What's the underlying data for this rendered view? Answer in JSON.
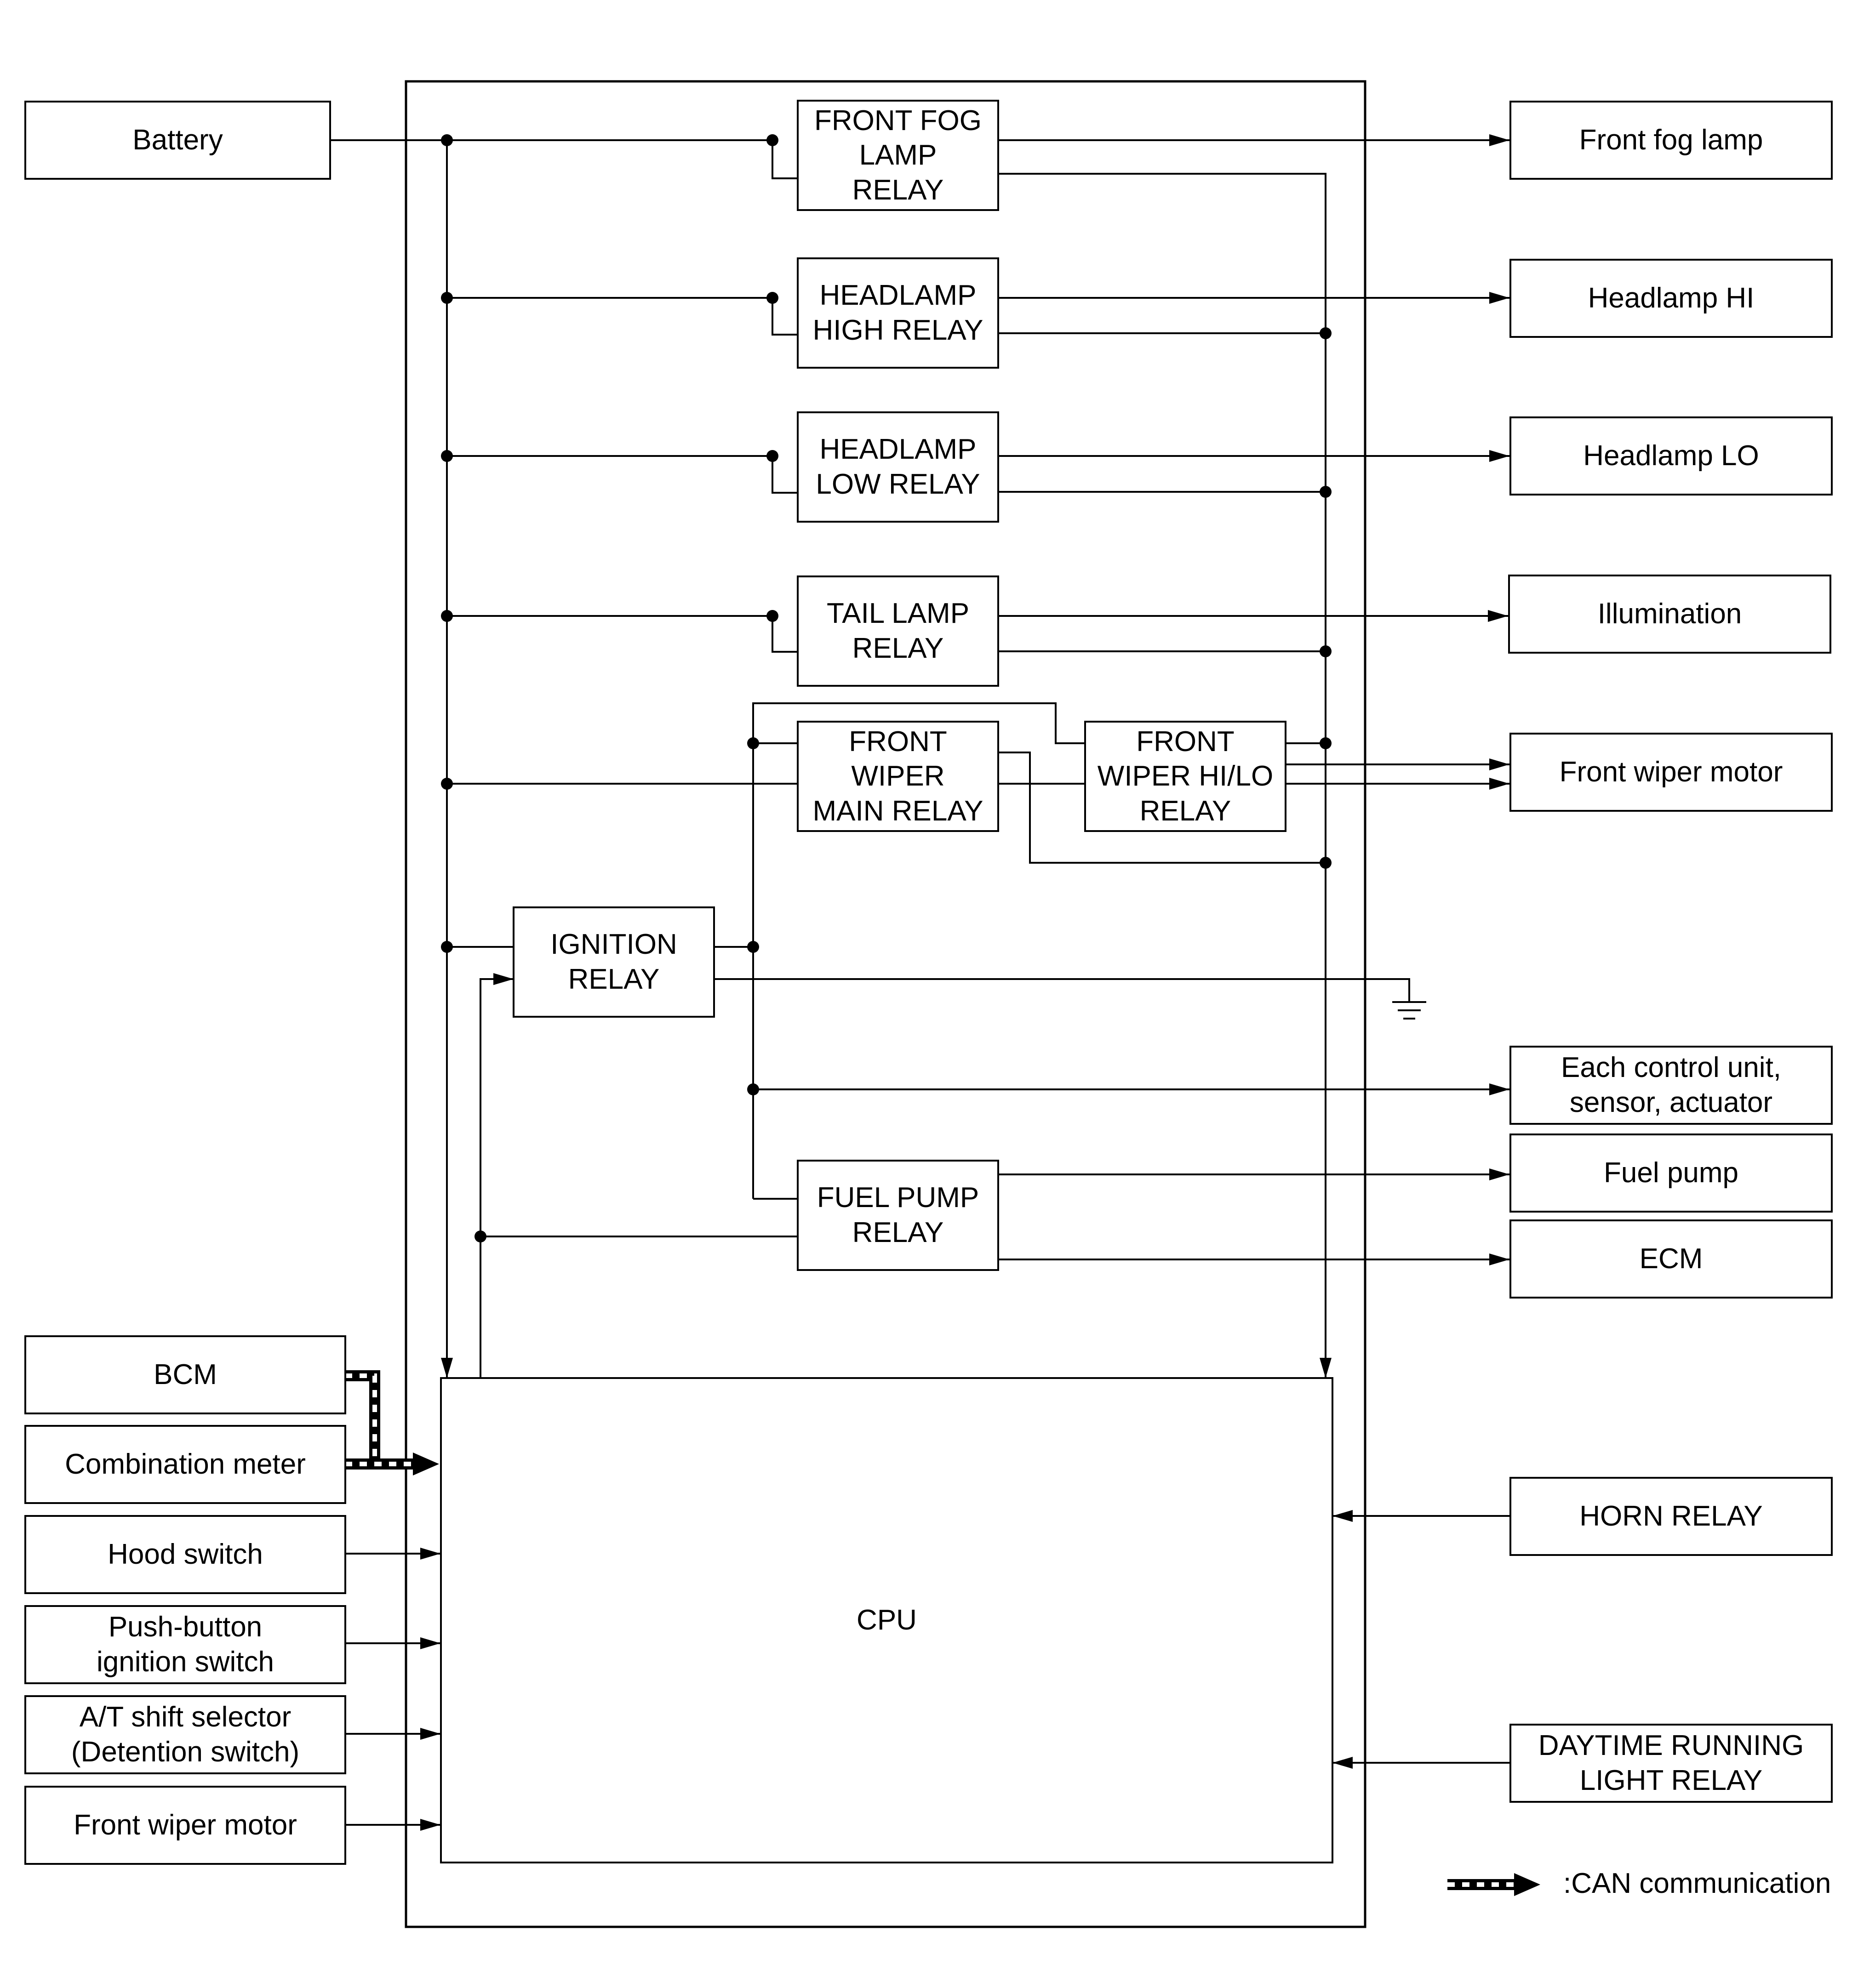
{
  "inputs": {
    "battery": "Battery",
    "bcm": "BCM",
    "combination_meter": "Combination meter",
    "hood_switch": "Hood switch",
    "push_button": "Push-button\nignition switch",
    "at_shift": "A/T shift selector\n(Detention switch)",
    "front_wiper_motor_in": "Front wiper motor"
  },
  "relays": {
    "front_fog": "FRONT FOG\nLAMP\nRELAY",
    "headlamp_high": "HEADLAMP\nHIGH RELAY",
    "headlamp_low": "HEADLAMP\nLOW RELAY",
    "tail_lamp": "TAIL LAMP\nRELAY",
    "front_wiper_main": "FRONT\nWIPER\nMAIN RELAY",
    "front_wiper_hilo": "FRONT\nWIPER HI/LO\nRELAY",
    "ignition": "IGNITION\nRELAY",
    "fuel_pump": "FUEL PUMP\nRELAY"
  },
  "cpu": "CPU",
  "outputs": {
    "front_fog_lamp": "Front fog lamp",
    "headlamp_hi": "Headlamp HI",
    "headlamp_lo": "Headlamp LO",
    "illumination": "Illumination",
    "front_wiper_motor": "Front wiper motor",
    "each_control": "Each control unit,\nsensor, actuator",
    "fuel_pump": "Fuel pump",
    "ecm": "ECM",
    "horn_relay": "HORN RELAY",
    "drl_relay": "DAYTIME RUNNING\nLIGHT RELAY"
  },
  "legend": {
    "can_label": ":CAN communication"
  }
}
